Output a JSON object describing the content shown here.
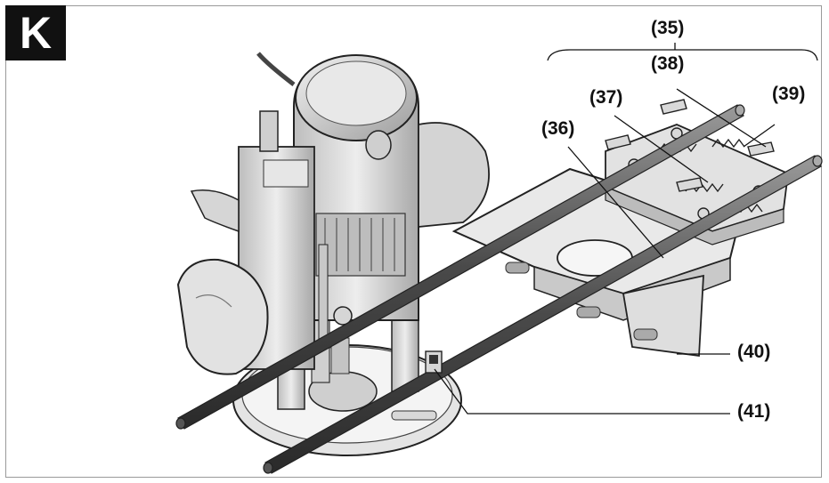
{
  "figure": {
    "letter": "K",
    "callouts": {
      "c35": "(35)",
      "c36": "(36)",
      "c37": "(37)",
      "c38": "(38)",
      "c39": "(39)",
      "c40": "(40)",
      "c41": "(41)"
    },
    "colors": {
      "ink": "#111111",
      "rod": "#555555",
      "metal": "#d4d4d4",
      "light": "#ececec",
      "dark": "#7a7a7a"
    }
  }
}
